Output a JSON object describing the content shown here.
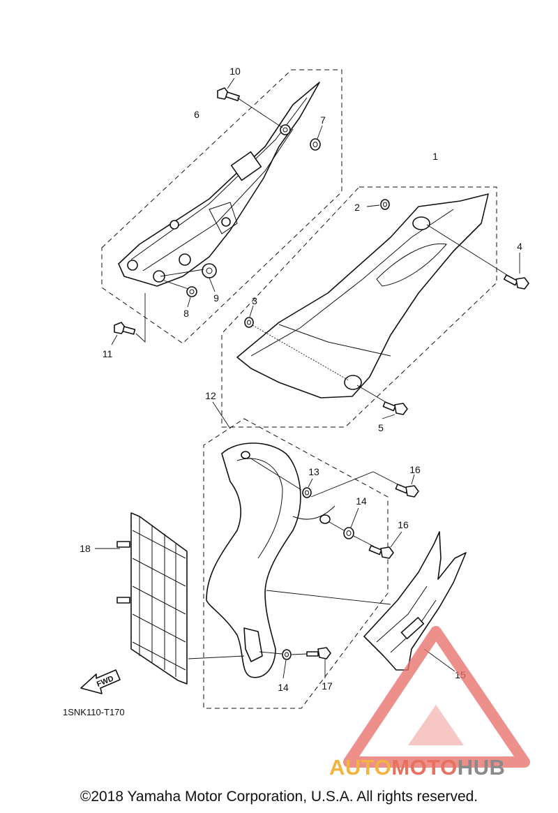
{
  "diagram": {
    "code": "1SNK110-T170",
    "fwd_label": "FWD",
    "callouts": {
      "c1": "1",
      "c2": "2",
      "c3": "3",
      "c4": "4",
      "c5": "5",
      "c6": "6",
      "c7": "7",
      "c8": "8",
      "c9": "9",
      "c10": "10",
      "c11": "11",
      "c12": "12",
      "c13": "13",
      "c14a": "14",
      "c14b": "14",
      "c15": "15",
      "c16a": "16",
      "c16b": "16",
      "c17": "17",
      "c18": "18"
    }
  },
  "watermark": {
    "brand_part1": "AUTO",
    "brand_part2": "MOTO",
    "brand_part3": "HUB",
    "colors": {
      "primary": "#f2b441",
      "secondary": "#e7705f",
      "tertiary": "#8a8a8a",
      "triangle": "#e8706a"
    }
  },
  "footer": {
    "copyright": "©2018 Yamaha Motor Corporation, U.S.A. All rights reserved."
  }
}
